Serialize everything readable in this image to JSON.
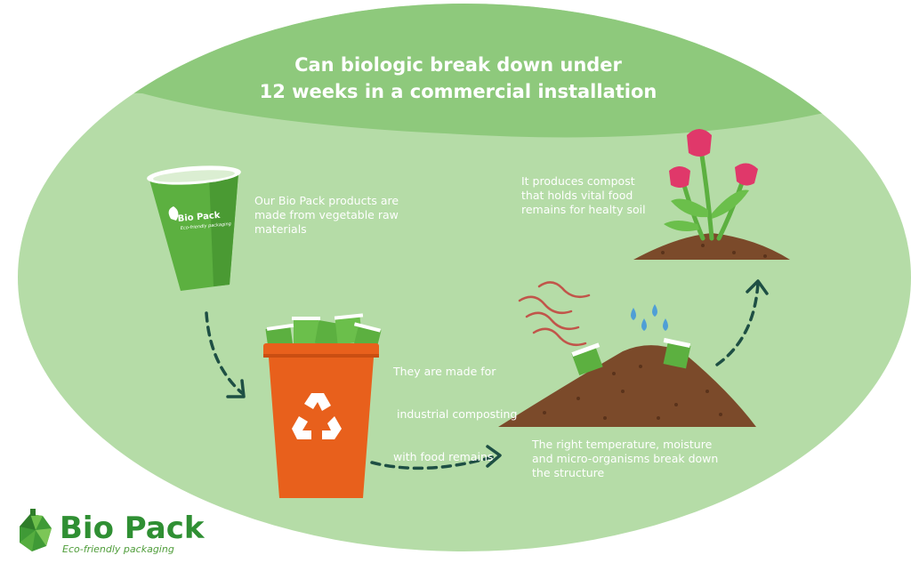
{
  "title": {
    "line1": "Can biologic break down under",
    "line2": "12 weeks in a commercial installation"
  },
  "steps": [
    {
      "lines": [
        "Our Bio Pack products are",
        "made from vegetable raw",
        "materials"
      ]
    },
    {
      "lines": [
        "They are made for",
        " industrial composting",
        "with food remains"
      ]
    },
    {
      "lines": [
        "The right temperature, moisture",
        "and micro-organisms break down",
        "the structure"
      ]
    },
    {
      "lines": [
        "It produces compost",
        "that holds vital food",
        "remains for healty soil"
      ]
    }
  ],
  "cup_label": {
    "brand": "Bio Pack",
    "tagline": "Eco-friendly packaging"
  },
  "brand": {
    "name": "Bio Pack",
    "tagline": "Eco-friendly packaging"
  },
  "colors": {
    "ellipse": "#b5dca7",
    "header_band": "#8ec97c",
    "bin": "#e8601c",
    "cup": "#5cb040",
    "soil": "#7b4a2a",
    "arrow": "#1e4f44",
    "flower": "#e0386a",
    "droplet": "#4f9fd6",
    "heat": "#c1554a"
  }
}
